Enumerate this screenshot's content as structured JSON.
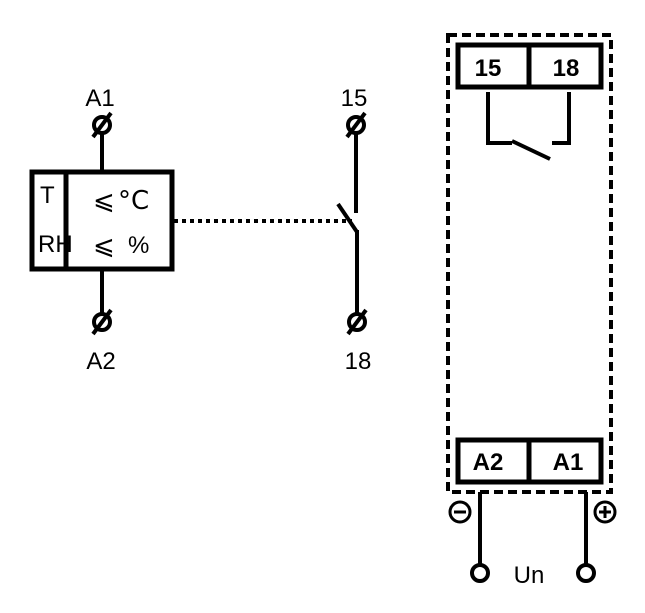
{
  "left_circuit": {
    "terminal_top": "A1",
    "terminal_bottom": "A2",
    "sensor_row1_label": "T",
    "sensor_row2_label": "RH",
    "sensor_row1_symbol": "⩽",
    "sensor_row1_unit": "°C",
    "sensor_row2_symbol": "⩽",
    "sensor_row2_unit": "%"
  },
  "contact_circuit": {
    "terminal_top": "15",
    "terminal_bottom": "18"
  },
  "module": {
    "top_terminals": [
      "15",
      "18"
    ],
    "bottom_terminals": [
      "A2",
      "A1"
    ],
    "minus_symbol": "−",
    "plus_symbol": "+",
    "supply_label": "Un"
  },
  "colors": {
    "line": "#000000",
    "background": "#ffffff"
  }
}
